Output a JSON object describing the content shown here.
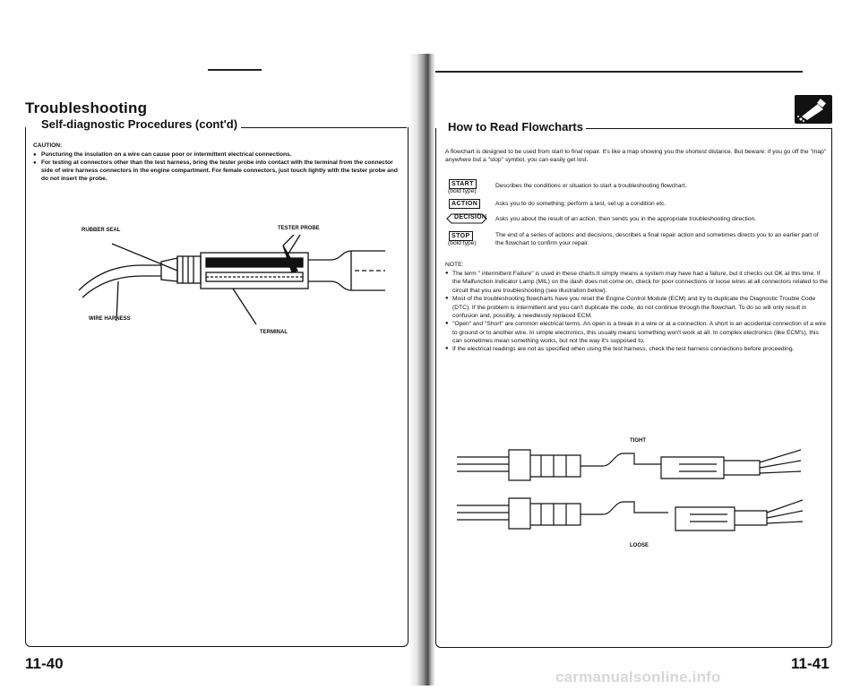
{
  "left_page": {
    "section_title": "Troubleshooting",
    "subsection_title": "Self-diagnostic Procedures (cont'd)",
    "caution": {
      "title": "CAUTION:",
      "items": [
        "Puncturing the insulation on a wire can cause poor or intermittent electrical connections.",
        "For testing at connectors other than the test harness, bring the tester probe into contact with the terminal from the connector side of wire harness connectors in the engine compartment. For female connectors, just touch lightly with the tester probe and do not insert the probe."
      ]
    },
    "figure_labels": {
      "rubber_seal": "RUBBER SEAL",
      "tester_probe": "TESTER PROBE",
      "wire_harness": "WIRE HARNESS",
      "terminal": "TERMINAL"
    },
    "page_number": "11-40"
  },
  "right_page": {
    "section_title": "How to Read Flowcharts",
    "intro": "A flowchart is designed to be used from start to final repair. It's like a map showing you the shortest distance. But beware: if you go off the \"map\" anywhere but a \"stop\" symbol, you can easily get lost.",
    "symbols": {
      "start": {
        "label": "START",
        "subtext": "(bold type)",
        "description": "Describes the conditions or situation to start a troubleshooting flowchart."
      },
      "action": {
        "label": "ACTION",
        "description": "Asks you to do something; perform a test, set up a condition etc."
      },
      "decision": {
        "label": "DECISION",
        "description": "Asks you about the result of an action, then sends you in the appropriate troubleshooting direction."
      },
      "stop": {
        "label": "STOP",
        "subtext": "(bold type)",
        "description": "The end of a series of actions and decisions, describes a final repair action and sometimes directs you to an earlier part of the flowchart to confirm your repair."
      }
    },
    "note_title": "NOTE:",
    "notes": [
      "The term \" intermittent Failure\" is used in these charts.It simply means a system may have had a failure, but it checks out OK at this time. If the Malfunction Indicator Lamp (MIL) on the dash does not come on, check for poor connections or loose wires at all connectors related to the circuit that you are troubleshooting (see illustration below).",
      "Most of the troubleshooting flowcharts have you reset the Engine Control Module (ECM) and try to duplicate the Diagnostic Trouble Code (DTC). If the problem is intermittent and you can't duplicate the code, do not continue through the flowchart. To do so will only result in confusion and, possibly, a needlessly replaced ECM.",
      "\"Open\" and \"Short\" are common electrical terms. An open is a break in a wire or at a connection. A short is an accidental connection of a wire to ground or to another wire. In simple electronics, this usually means something won't work at all. In complex electronics (like ECM's), this can sometimes mean something works, but not the way it's supposed to.",
      "If the electrical readings are not as specified when using the test harness, check the test harness connections before proceeding."
    ],
    "figure_labels": {
      "tight": "TIGHT",
      "loose": "LOOSE"
    },
    "page_number": "11-41"
  },
  "watermark": "carmanualsonline.info"
}
